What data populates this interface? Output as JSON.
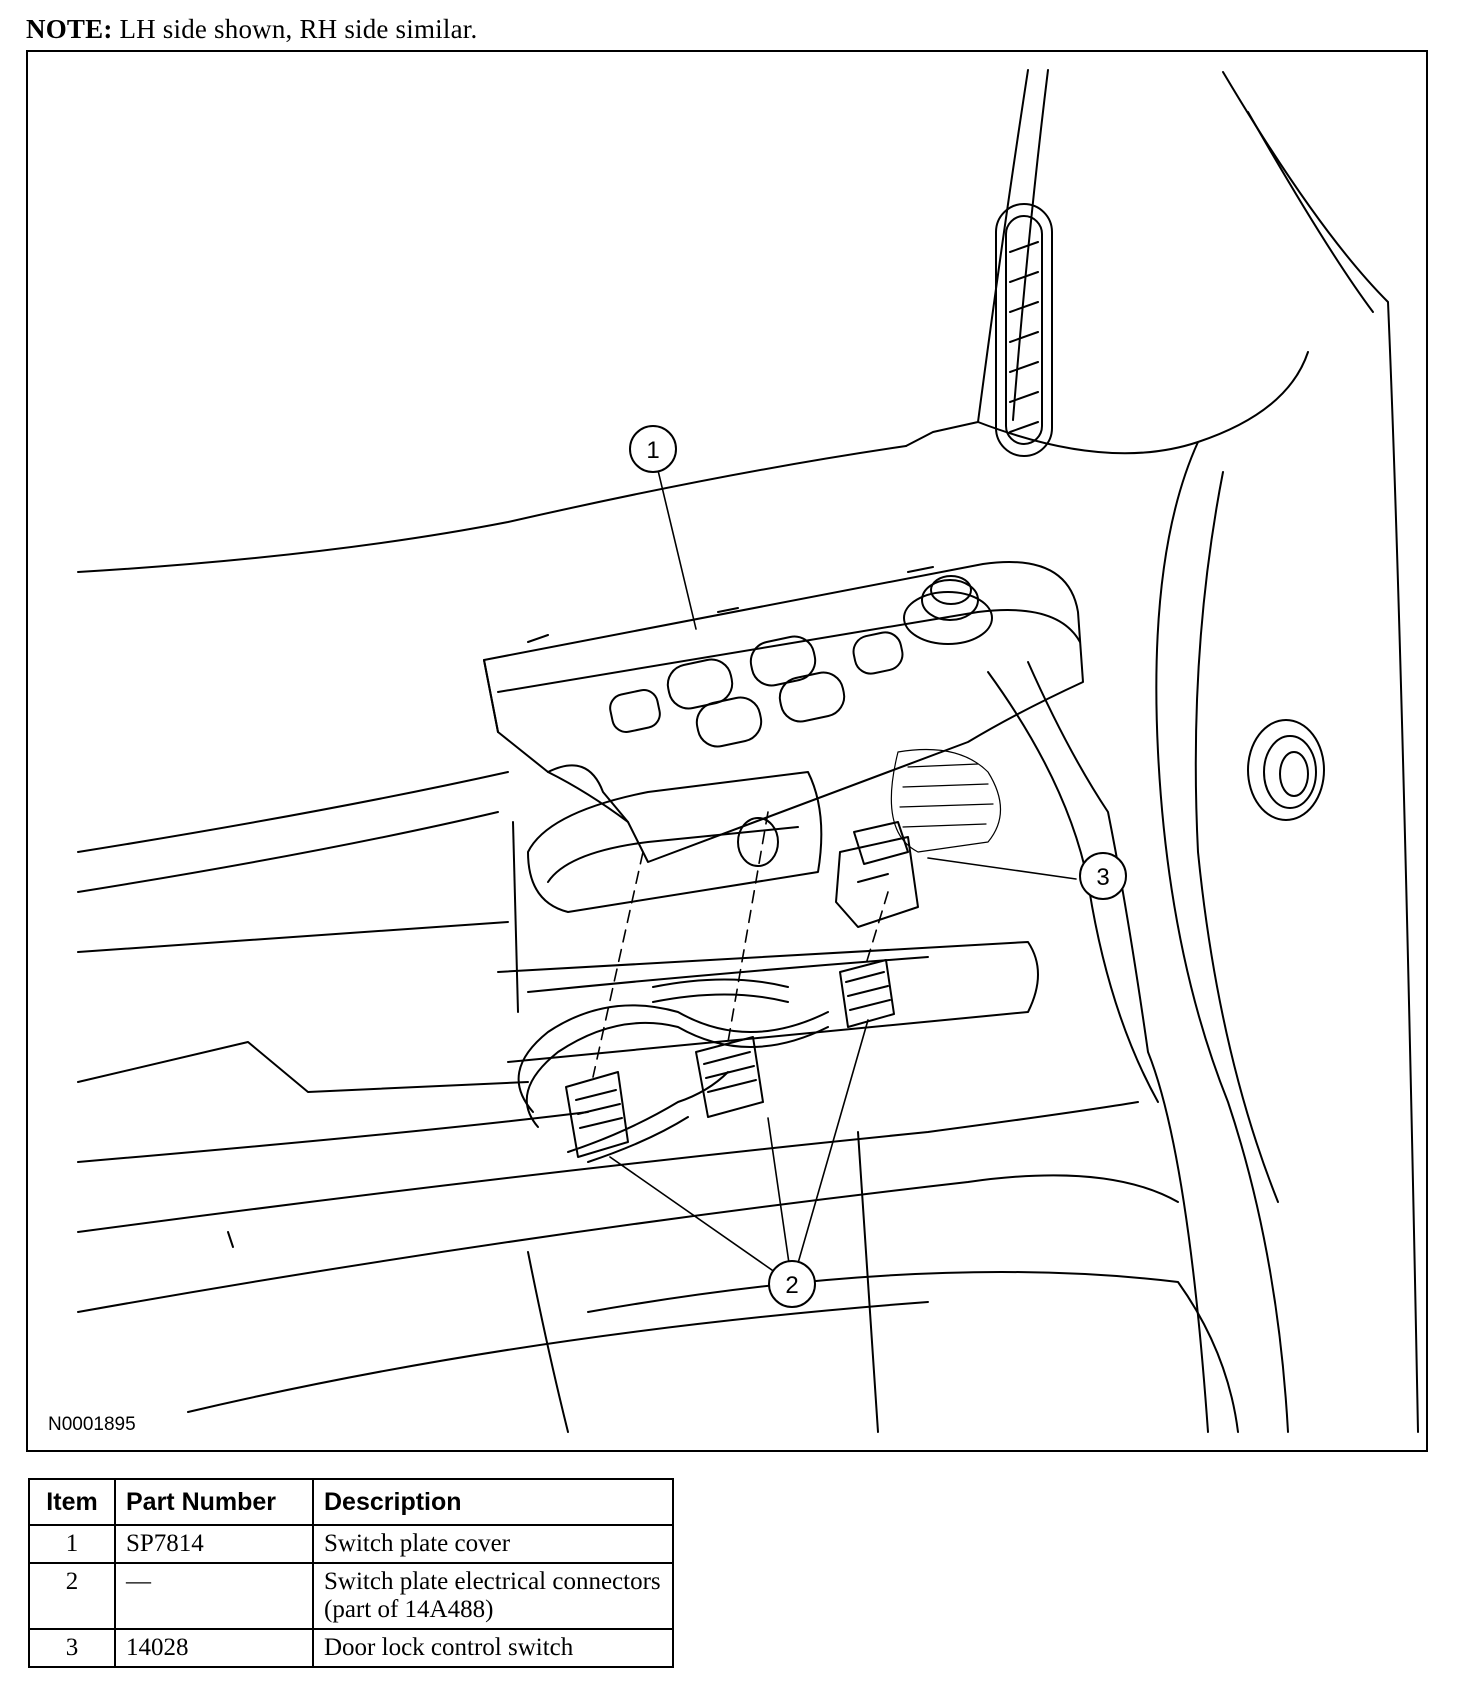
{
  "note": {
    "label": "NOTE:",
    "text": " LH side shown, RH side similar."
  },
  "figure": {
    "id": "N0001895",
    "callouts": [
      {
        "num": "1"
      },
      {
        "num": "2"
      },
      {
        "num": "3"
      }
    ]
  },
  "parts_table": {
    "headers": {
      "item": "Item",
      "part_number": "Part Number",
      "description": "Description"
    },
    "rows": [
      {
        "item": "1",
        "part_number": "SP7814",
        "description": "Switch plate cover"
      },
      {
        "item": "2",
        "part_number": "—",
        "description": "Switch plate electrical connectors (part of 14A488)"
      },
      {
        "item": "3",
        "part_number": "14028",
        "description": "Door lock control switch"
      }
    ]
  }
}
